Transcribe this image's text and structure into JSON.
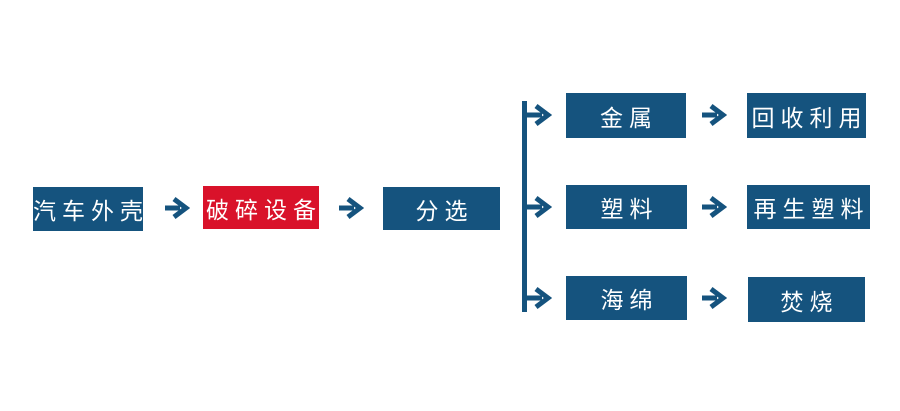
{
  "flowchart": {
    "main_flow": [
      {
        "label": "汽车外壳",
        "style": "blue"
      },
      {
        "label": "破碎设备",
        "style": "red"
      },
      {
        "label": "分选",
        "style": "blue"
      }
    ],
    "branches": [
      {
        "material": "金属",
        "outcome": "回收利用"
      },
      {
        "material": "塑料",
        "outcome": "再生塑料"
      },
      {
        "material": "海绵",
        "outcome": "焚烧"
      }
    ],
    "icons": {
      "arrow_right": "right-arrow"
    },
    "colors": {
      "node_blue": "#15537e",
      "node_red": "#d9122a",
      "arrow_blue": "#15537e",
      "text": "#ffffff",
      "background": "#ffffff"
    }
  }
}
